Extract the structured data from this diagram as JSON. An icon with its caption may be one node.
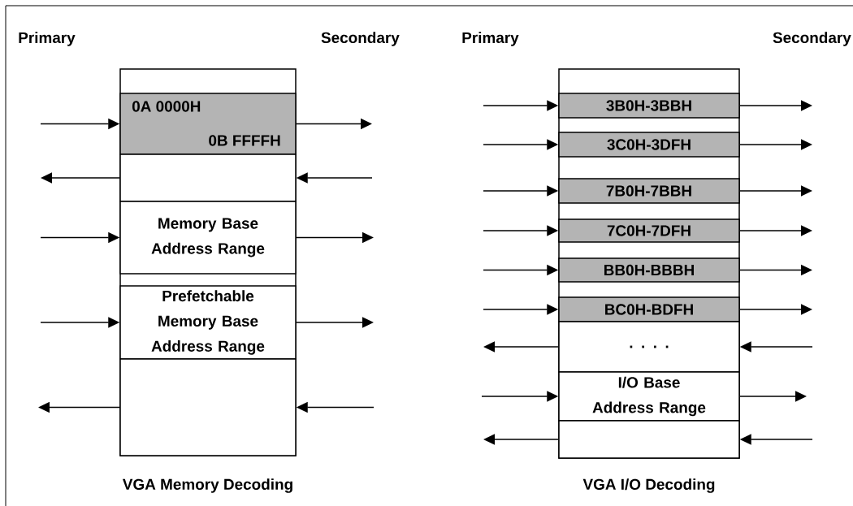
{
  "diagram": {
    "nodes": [
      {
        "text": [],
        "shape": "box",
        "beside": [
          "VGA Memory Decoding"
        ]
      },
      {
        "text": [
          "0A 0000H",
          "0B FFFFH"
        ],
        "in": 0
      },
      {
        "text": [],
        "shape": "box",
        "in": 0
      },
      {
        "text": [
          "Memory Base Address Range"
        ],
        "in": 0
      },
      {
        "text": [
          "Prefetchable Memory Base Address Range"
        ],
        "in": 0
      },
      {
        "text": [],
        "shape": "box",
        "in": 0
      },
      {
        "text": [],
        "shape": "box",
        "beside": [
          "VGA I/O Decoding"
        ]
      },
      {
        "text": [
          "3B0H-3BBH"
        ],
        "in": 6
      },
      {
        "text": [
          "3C0H-3DFH"
        ],
        "in": 6
      },
      {
        "text": [
          "7B0H-7BBH"
        ],
        "in": 6
      },
      {
        "text": [
          "7C0H-7DFH"
        ],
        "in": 6
      },
      {
        "text": [
          "BB0H-BBBH"
        ],
        "in": 6
      },
      {
        "text": [
          "BC0H-BDFH"
        ],
        "in": 6
      },
      {
        "text": [
          ". . . ."
        ],
        "in": 6
      },
      {
        "text": [
          "I/O Base Address Range"
        ],
        "in": 6
      },
      {
        "text": [],
        "shape": "box",
        "in": 6
      }
    ],
    "edges": [
      {
        "from": null,
        "to": 1,
        "arrow": "to"
      },
      {
        "from": 1,
        "to": null,
        "arrow": "to"
      },
      {
        "from": 2,
        "to": null,
        "arrow": "to"
      },
      {
        "from": null,
        "to": 2,
        "arrow": "to"
      },
      {
        "from": null,
        "to": 3,
        "arrow": "to"
      },
      {
        "from": 3,
        "to": null,
        "arrow": "to"
      },
      {
        "from": null,
        "to": 4,
        "arrow": "to"
      },
      {
        "from": 4,
        "to": null,
        "arrow": "to"
      },
      {
        "from": 5,
        "to": null,
        "arrow": "to"
      },
      {
        "from": null,
        "to": 5,
        "arrow": "to"
      },
      {
        "from": null,
        "to": 7,
        "arrow": "to"
      },
      {
        "from": 7,
        "to": null,
        "arrow": "to"
      },
      {
        "from": null,
        "to": 8,
        "arrow": "to"
      },
      {
        "from": 8,
        "to": null,
        "arrow": "to"
      },
      {
        "from": null,
        "to": 9,
        "arrow": "to"
      },
      {
        "from": 9,
        "to": null,
        "arrow": "to"
      },
      {
        "from": null,
        "to": 10,
        "arrow": "to"
      },
      {
        "from": 10,
        "to": null,
        "arrow": "to"
      },
      {
        "from": null,
        "to": 11,
        "arrow": "to"
      },
      {
        "from": 11,
        "to": null,
        "arrow": "to"
      },
      {
        "from": null,
        "to": 12,
        "arrow": "to"
      },
      {
        "from": 12,
        "to": null,
        "arrow": "to"
      },
      {
        "from": 13,
        "to": null,
        "arrow": "to"
      },
      {
        "from": null,
        "to": 13,
        "arrow": "to"
      },
      {
        "from": null,
        "to": 14,
        "arrow": "to"
      },
      {
        "from": 14,
        "to": null,
        "arrow": "to"
      },
      {
        "from": 15,
        "to": null,
        "arrow": "to"
      },
      {
        "from": null,
        "to": 15,
        "arrow": "to"
      }
    ],
    "labels": [
      "Primary",
      "Secondary",
      "Primary",
      "Secondary"
    ]
  }
}
